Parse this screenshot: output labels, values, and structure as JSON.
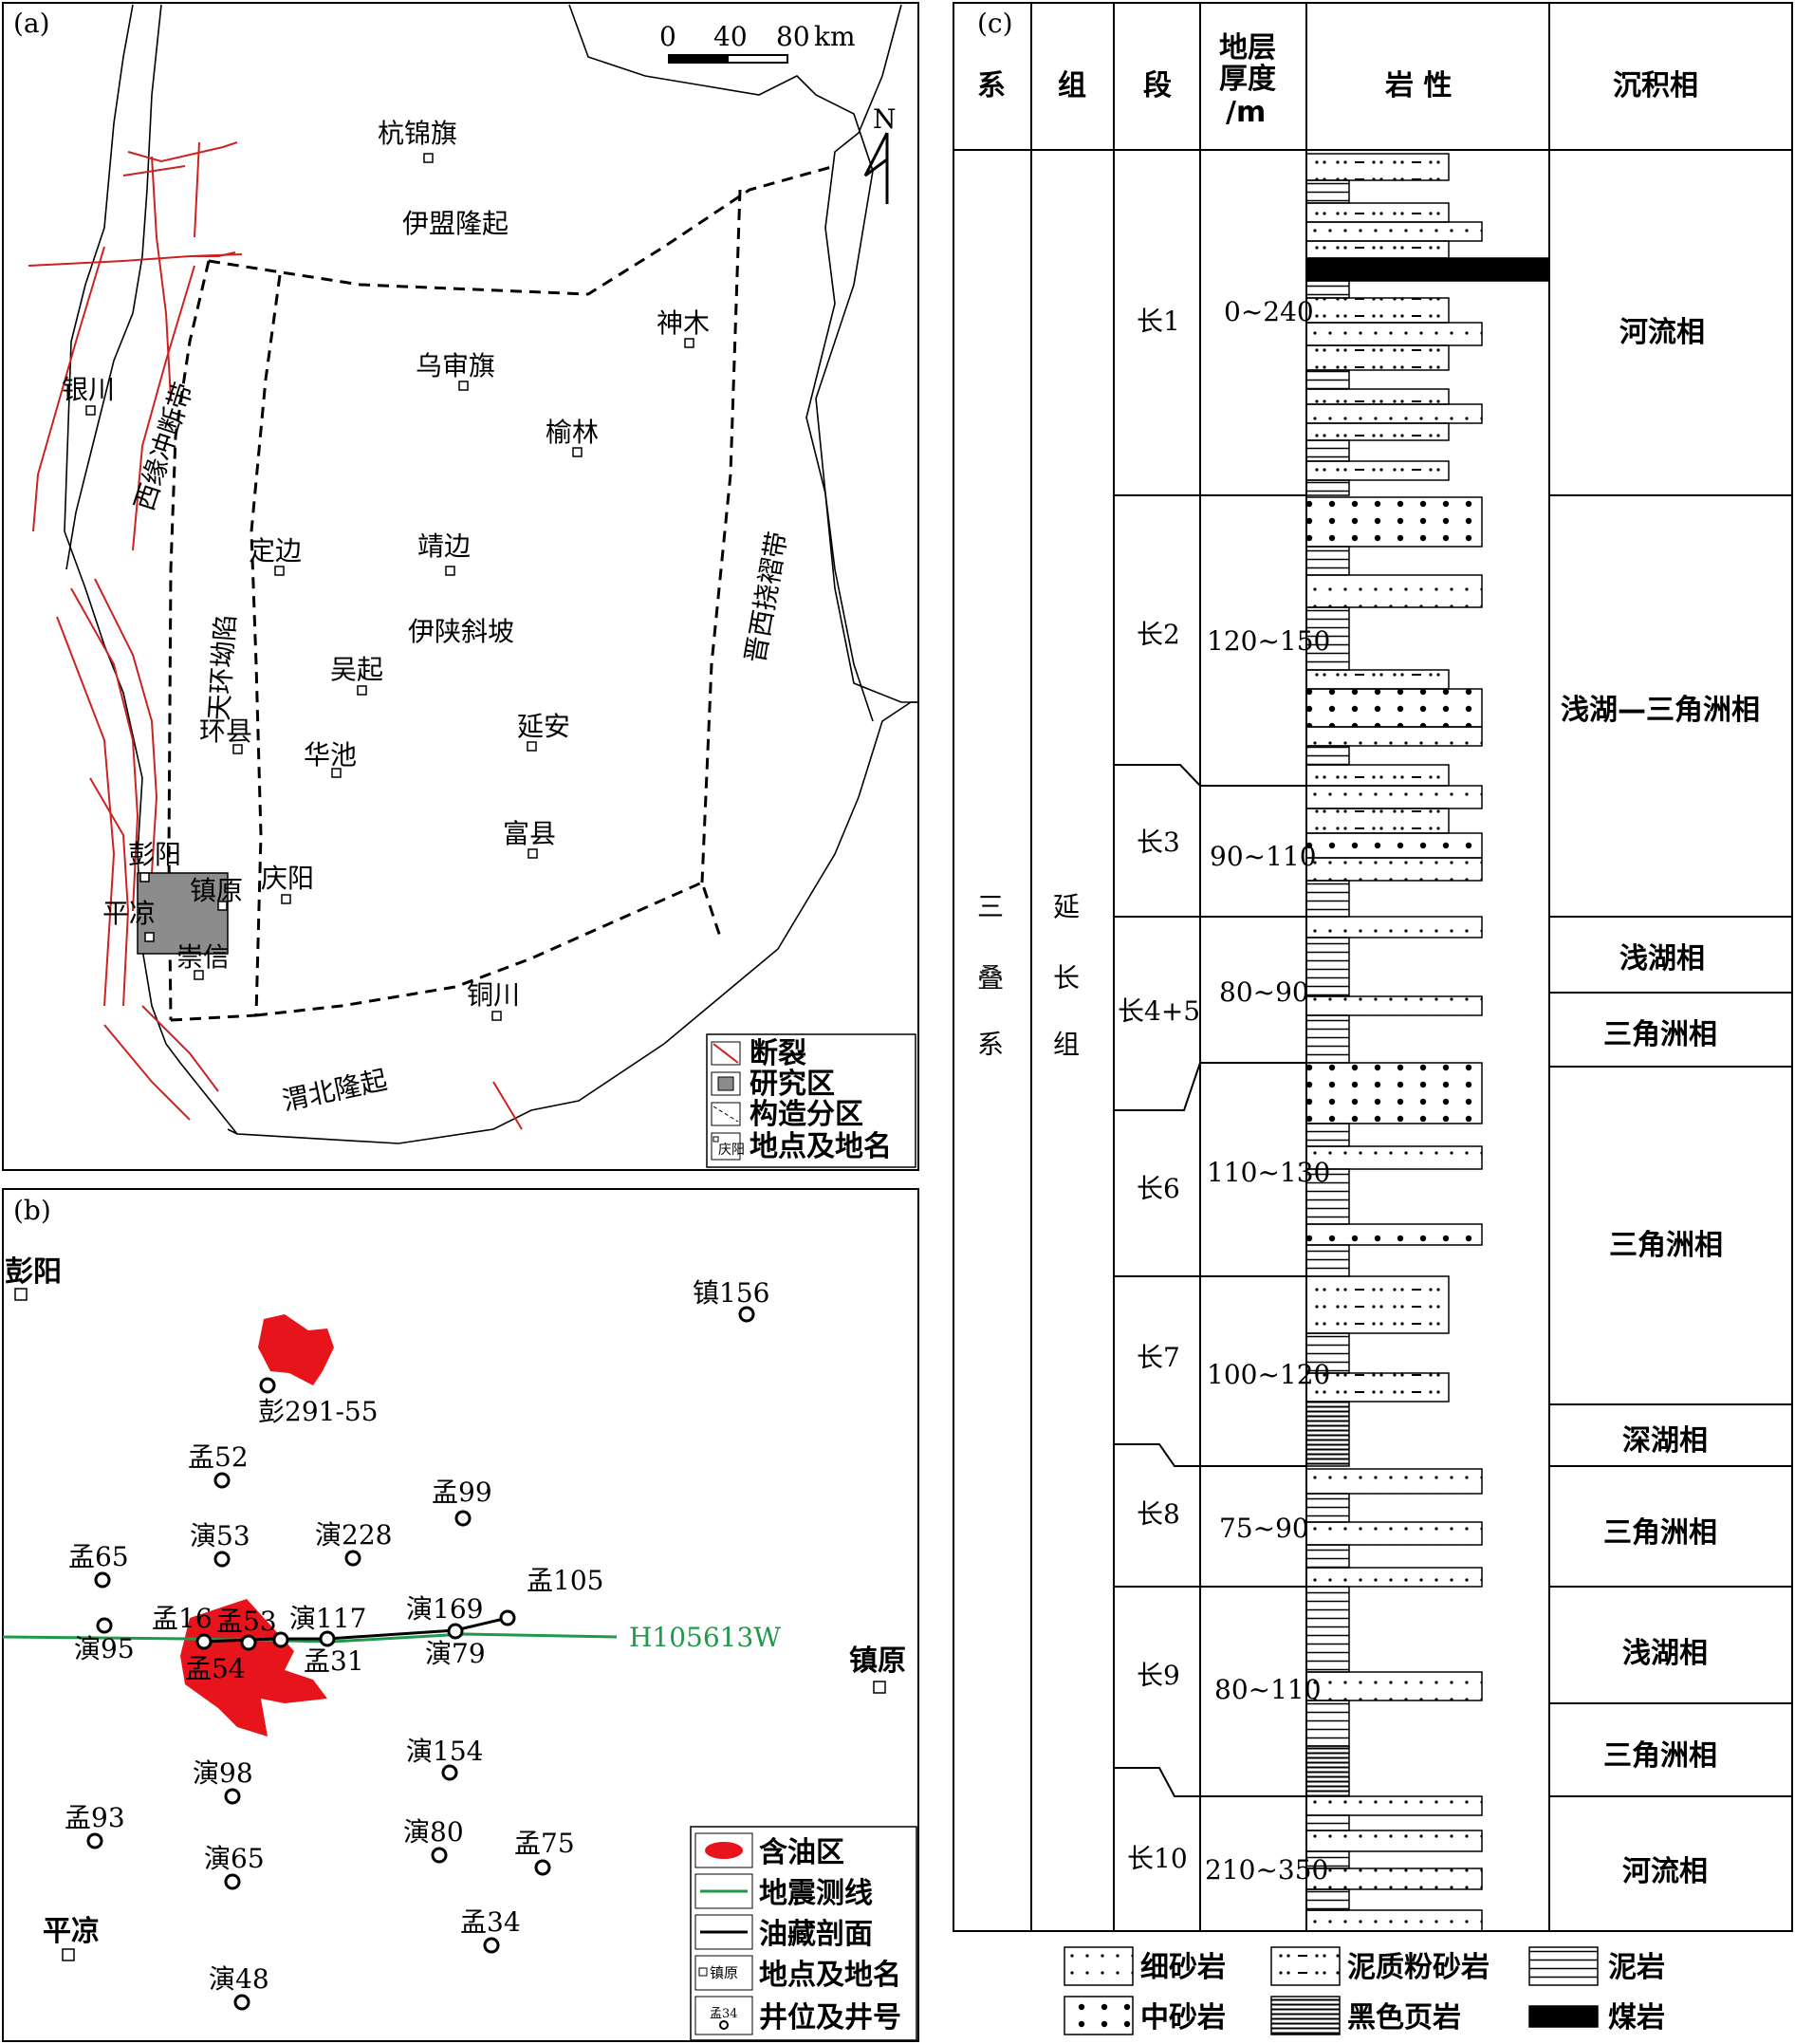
{
  "panel_a": {
    "label": "(a)",
    "scale": {
      "ticks": [
        "0",
        "40",
        "80"
      ],
      "unit": "km"
    },
    "north": "N",
    "regions": [
      "伊盟隆起",
      "西缘冲断带",
      "天环坳陷",
      "伊陕斜坡",
      "晋西挠褶带",
      "渭北隆起"
    ],
    "places": [
      "杭锦旗",
      "银川",
      "神木",
      "乌审旗",
      "榆林",
      "定边",
      "靖边",
      "吴起",
      "环县",
      "华池",
      "延安",
      "富县",
      "彭阳",
      "平凉",
      "镇原",
      "崇信",
      "庆阳",
      "铜川"
    ],
    "legend": [
      "断裂",
      "研究区",
      "构造分区",
      "地点及地名"
    ],
    "legend_icon_text": "庆阳"
  },
  "panel_b": {
    "label": "(b)",
    "places": [
      "彭阳",
      "镇原",
      "平凉"
    ],
    "wells": [
      "镇156",
      "彭291-55",
      "孟52",
      "孟99",
      "孟65",
      "演53",
      "演228",
      "孟105",
      "孟16",
      "孟53",
      "演117",
      "演169",
      "演95",
      "孟54",
      "孟31",
      "演79",
      "演154",
      "演98",
      "孟93",
      "演80",
      "孟75",
      "演65",
      "孟34",
      "演48"
    ],
    "seismic_line": "H105613W",
    "legend": [
      "含油区",
      "地震测线",
      "油藏剖面",
      "地点及地名",
      "井位及井号"
    ],
    "legend_icon_place": "镇原",
    "legend_icon_well": "孟34"
  },
  "panel_c": {
    "label": "(c)",
    "headers": [
      "系",
      "组",
      "段",
      "地层",
      "厚度",
      "/m",
      "岩 性",
      "沉积相"
    ],
    "system": [
      "三",
      "叠",
      "系"
    ],
    "formation": [
      "延",
      "长",
      "组"
    ],
    "members": [
      {
        "name": "长1",
        "thickness": "0~240"
      },
      {
        "name": "长2",
        "thickness": "120~150"
      },
      {
        "name": "长3",
        "thickness": "90~110"
      },
      {
        "name": "长4+5",
        "thickness": "80~90"
      },
      {
        "name": "长6",
        "thickness": "110~130"
      },
      {
        "name": "长7",
        "thickness": "100~120"
      },
      {
        "name": "长8",
        "thickness": "75~90"
      },
      {
        "name": "长9",
        "thickness": "80~110"
      },
      {
        "name": "长10",
        "thickness": "210~350"
      }
    ],
    "facies": [
      "河流相",
      "浅湖—三角洲相",
      "浅湖相",
      "三角洲相",
      "三角洲相",
      "深湖相",
      "三角洲相",
      "浅湖相",
      "三角洲相",
      "河流相"
    ],
    "lith_legend": [
      "细砂岩",
      "泥质粉砂岩",
      "泥岩",
      "中砂岩",
      "黑色页岩",
      "煤岩"
    ]
  },
  "colors": {
    "fault": "#cc2222",
    "oil": "#e8141c",
    "seismic": "#1f9a4a",
    "study_area": "#8c8c8c"
  }
}
